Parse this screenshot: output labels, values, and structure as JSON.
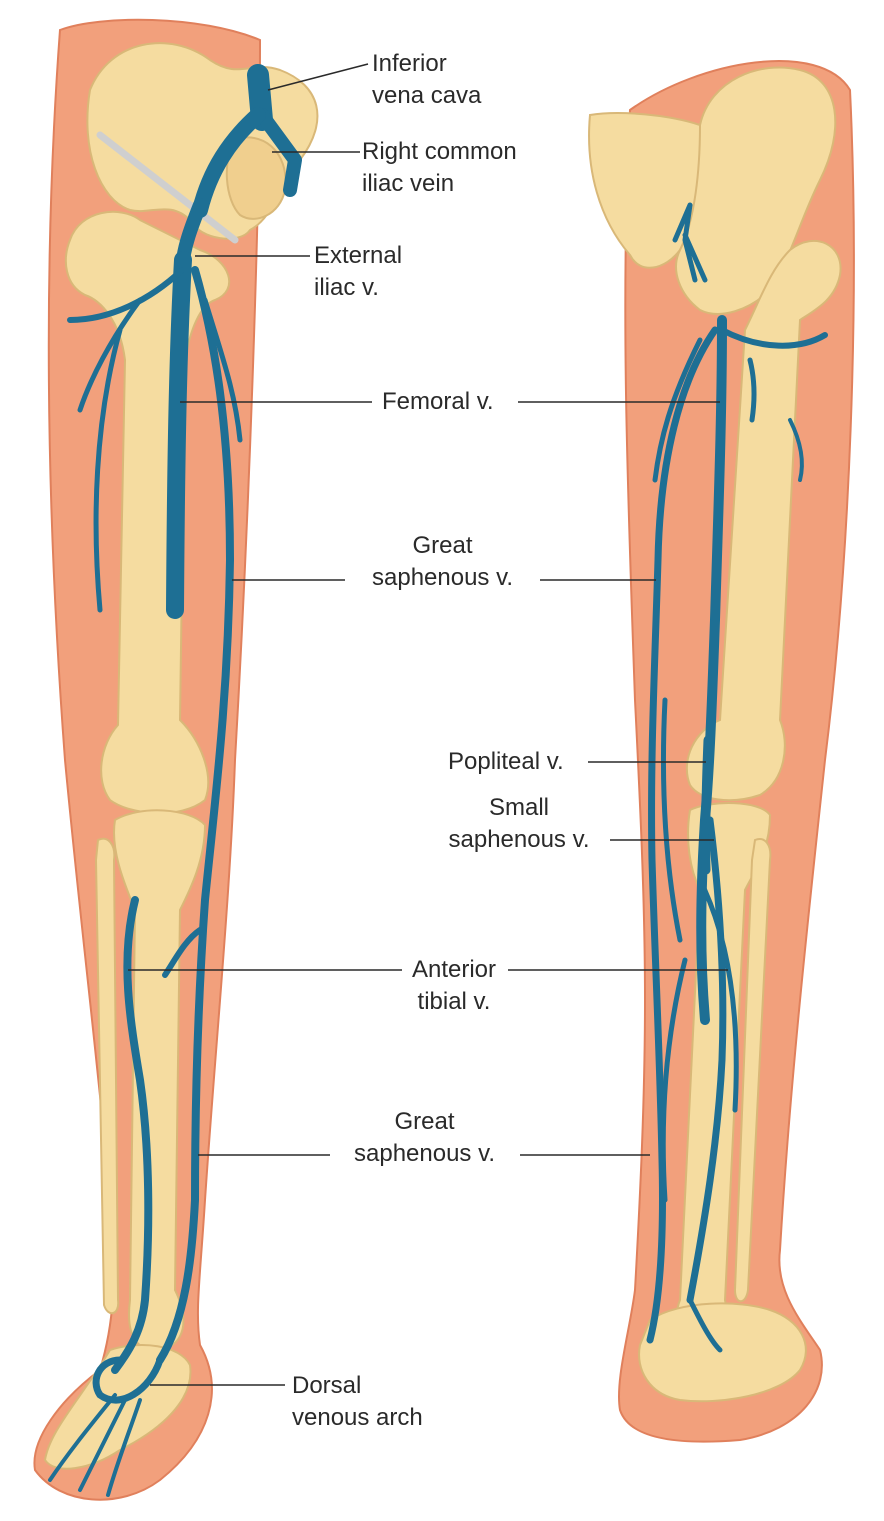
{
  "colors": {
    "skin": "#f2a07c",
    "skin_edge": "#e0805c",
    "bone": "#f5dca0",
    "bone_edge": "#d9b878",
    "vein": "#1e6f94",
    "vein_dark": "#14506e",
    "leader": "#2a2a2a"
  },
  "labels": {
    "inferior_vena_cava": [
      "Inferior",
      "vena cava"
    ],
    "right_common_iliac": [
      "Right common",
      "iliac vein"
    ],
    "external_iliac": [
      "External",
      "iliac v."
    ],
    "femoral": [
      "Femoral v."
    ],
    "great_saphenous_upper": [
      "Great",
      "saphenous v."
    ],
    "popliteal": [
      "Popliteal v."
    ],
    "small_saphenous": [
      "Small",
      "saphenous v."
    ],
    "anterior_tibial": [
      "Anterior",
      "tibial v."
    ],
    "great_saphenous_lower": [
      "Great",
      "saphenous v."
    ],
    "dorsal_venous_arch": [
      "Dorsal",
      "venous arch"
    ]
  }
}
